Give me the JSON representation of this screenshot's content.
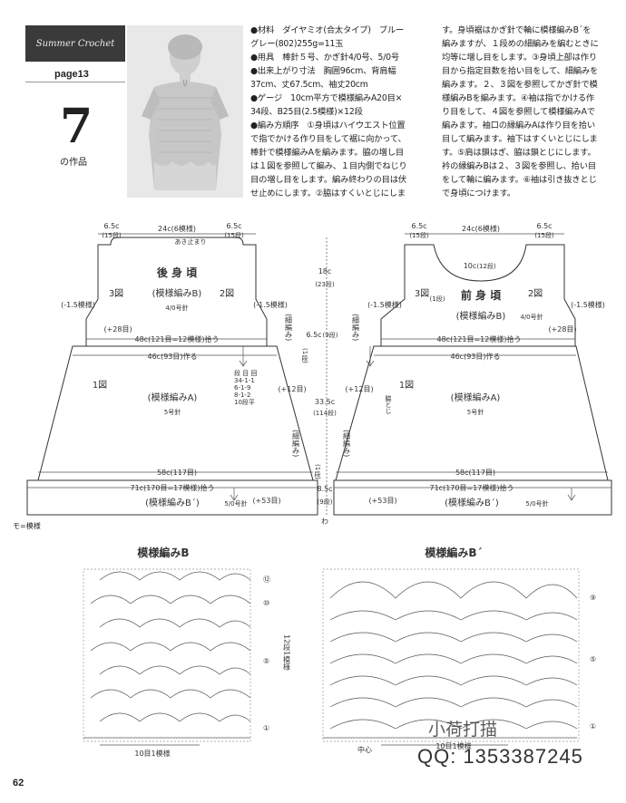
{
  "header": {
    "banner": "Summer Crochet",
    "page_label": "page13",
    "work_number": "7",
    "work_caption": "の作品"
  },
  "instructions": {
    "col1": "●材料　ダイヤミオ(合太タイプ)　ブルー\nグレー(802)255g=11玉\n●用具　棒針５号、かぎ針4/0号、5/0号\n●出来上がり寸法　胸囲96cm、背肩幅\n37cm、丈67.5cm、袖丈20cm\n●ゲージ　10cm平方で模様編みA20目×\n34段、B25目(2.5模様)×12段\n●編み方順序　①身頃はハイウエスト位置\nで指でかける作り目をして裾に向かって、\n棒針で模様編みAを編みます。脇の増し目\nは１図を参照して編み、１目内側でねじり\n目の増し目をします。編み終わりの目は伏\nせ止めにします。②脇はすくいとじにしま",
    "col2": "す。身頃裾はかぎ針で輪に模様編みB´を\n編みますが、１段めの細編みを編むときに\n均等に増し目をします。③身頃上部は作り\n目から指定目数を拾い目をして、細編みを\n編みます。２、３図を参照してかぎ針で模\n様編みBを編みます。④袖は指でかける作\nり目をして、４図を参照して模様編みAで\n編みます。袖口の縁編みAは作り目を拾い\n目して編みます。袖下はすくいとじにしま\nす。⑤肩は鎖はぎ、脇は鎖とじにします。\n衿の縁編みBは２、３図を参照し、拾い目\nをして輪に編みます。⑥袖は引き抜きとじ\nで身頃につけます。"
  },
  "back": {
    "title": "後 身 頃",
    "pattern": "(模様編みB)",
    "needle": "4/0号針",
    "fig3": "3図",
    "fig2": "2図",
    "shoulder_left": "6.5c",
    "shoulder_left_sub": "(15段)",
    "neck": "24c(6模様)",
    "shoulder_right": "6.5c",
    "shoulder_right_sub": "(15段)",
    "neck_note": "あき止まり",
    "dec_left": "(-1.5模様)",
    "dec_right": "(-1.5模様)",
    "inc_left": "(+28目)",
    "pickup": "48c(121目=12模様)拾う",
    "cast_on": "46c(93目)作る",
    "fig1": "1図",
    "patA": "(模様編みA)",
    "needleA": "5号針",
    "inc_side": "(+12目)",
    "inc_table": "段 目 回\n34-1-1\n6-1-9\n8-1-2\n10段平",
    "hem_pick": "58c(117目)",
    "hem_inc": "71c(170目=17模様)拾う",
    "hem_pattern": "(模様編みB´)",
    "hem_needle": "5/0号針",
    "hem_inc_right": "(+53目)"
  },
  "front": {
    "title": "前 身 頃",
    "pattern": "(模様編みB)",
    "needle": "4/0号針",
    "fig3": "3図",
    "fig2": "2図",
    "shoulder_left": "6.5c",
    "shoulder_left_sub": "(15段)",
    "neck": "24c(6模様)",
    "shoulder_right": "6.5c",
    "shoulder_right_sub": "(15段)",
    "neck_depth": "10c",
    "neck_depth_sub": "(12段)",
    "neck_row": "(1段)",
    "dec_left": "(-1.5模様)",
    "dec_right": "(-1.5模様)",
    "inc_right": "(+28目)",
    "pickup": "48c(121目=12模様)拾う",
    "cast_on": "46c(93目)作る",
    "fig1": "1図",
    "patA": "(模様編みA)",
    "needleA": "5号針",
    "inc_side": "(+12目)",
    "side_note": "脇とじ",
    "hem_pick": "58c(117目)",
    "hem_inc": "71c(170目=17模様)拾う",
    "hem_pattern": "(模様編みB´)",
    "hem_needle": "5/0号針",
    "hem_inc_left": "(+53目)"
  },
  "center": {
    "h1": "18c",
    "h1_sub": "(23段)",
    "h2": "6.5c",
    "h2_sub": "(9段)",
    "h3": "33.5c",
    "h3_sub": "(114段)",
    "h4": "8.5c",
    "h4_sub": "(9段)",
    "bottom": "わ",
    "edge_left_top": "(細編み)",
    "edge_right_top": "(細編み)",
    "edge_left_bottom": "(細編み)",
    "edge_right_bottom": "(細編み)",
    "row1": "(1段)",
    "row2": "(1段)"
  },
  "footnote": "モ=模様",
  "chartB": {
    "title": "模様編みB",
    "rows": [
      "⑫",
      "⑩",
      "⑤",
      "①"
    ],
    "side": "12段1模様",
    "repeat": "10目1模様"
  },
  "chartB2": {
    "title": "模様編みB´",
    "rows": [
      "⑨",
      "⑤",
      "①"
    ],
    "center": "中心",
    "repeat": "10目1模様"
  },
  "page_number": "62",
  "watermark": {
    "line1": "小荷打描",
    "line2": "QQ: 1353387245"
  }
}
